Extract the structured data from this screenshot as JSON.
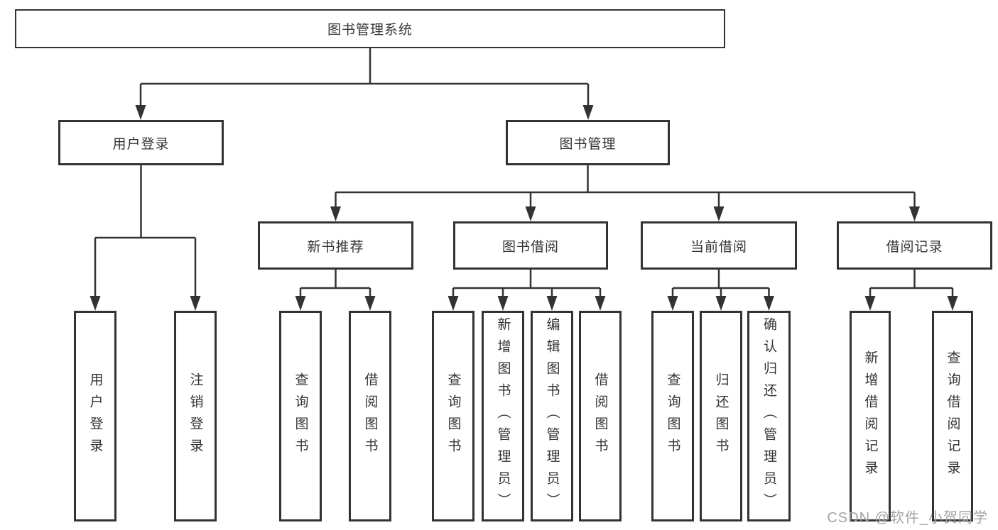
{
  "diagram": {
    "root": {
      "label": "图书管理系统"
    },
    "level2": {
      "user_login": {
        "label": "用户登录"
      },
      "book_mgmt": {
        "label": "图书管理"
      }
    },
    "level3": {
      "new_book_recommend": {
        "label": "新书推荐"
      },
      "book_borrow": {
        "label": "图书借阅"
      },
      "current_borrow": {
        "label": "当前借阅"
      },
      "borrow_records": {
        "label": "借阅记录"
      }
    },
    "leaves": {
      "user_login": [
        "用户登录",
        "注销登录"
      ],
      "new_book_recommend": [
        "查询图书",
        "借阅图书"
      ],
      "book_borrow": [
        "查询图书",
        "新增图书（管理员）",
        "编辑图书（管理员）",
        "借阅图书"
      ],
      "current_borrow": [
        "查询图书",
        "归还图书",
        "确认归还（管理员）"
      ],
      "borrow_records": [
        "新增借阅记录",
        "查询借阅记录"
      ]
    }
  },
  "watermark": "CSDN @软件_小贺同学",
  "colors": {
    "line": "#333333",
    "box_border": "#333333",
    "text": "#333333",
    "watermark": "#a3a3a3",
    "background": "#ffffff"
  }
}
